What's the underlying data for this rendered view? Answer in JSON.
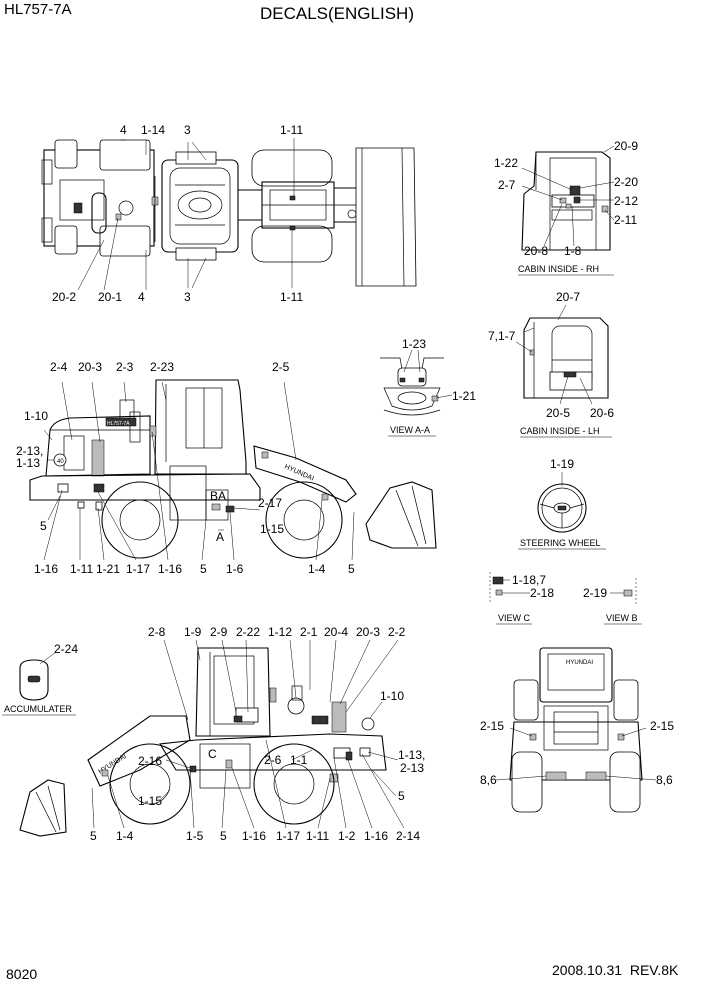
{
  "header": {
    "model": "HL757-7A",
    "title": "DECALS(ENGLISH)"
  },
  "footer": {
    "page_number": "8020",
    "revision": "2008.10.31  REV.8K"
  },
  "captions": {
    "cabin_rh": "CABIN INSIDE - RH",
    "cabin_lh": "CABIN INSIDE - LH",
    "view_aa": "VIEW  A-A",
    "steering": "STEERING WHEEL",
    "view_c": "VIEW C",
    "view_b": "VIEW B",
    "accumulater": "ACCUMULATER"
  },
  "callouts": {
    "top": [
      "4",
      "1-14",
      "3",
      "1-11",
      "20-2",
      "20-1",
      "4",
      "3",
      "1-11"
    ],
    "cabin_rh": [
      "20-9",
      "1-22",
      "2-20",
      "2-7",
      "2-12",
      "2-11",
      "20-8",
      "1-8"
    ],
    "cabin_lh": [
      "20-7",
      "7,1-7",
      "20-5",
      "20-6"
    ],
    "view_aa": [
      "1-23",
      "1-21"
    ],
    "side_left": [
      "2-4",
      "20-3",
      "2-3",
      "2-23",
      "2-5",
      "1-10",
      "2-13,",
      "1-13",
      "5",
      "2-17",
      "1-15",
      "1-16",
      "1-11",
      "1-21",
      "1-17",
      "1-16",
      "5",
      "1-6",
      "1-4",
      "5"
    ],
    "side_left_letters": [
      "B",
      "A",
      "A"
    ],
    "steering": [
      "1-19"
    ],
    "view_c": [
      "1-18,7",
      "2-18"
    ],
    "view_b": [
      "2-19"
    ],
    "accumulater": [
      "2-24"
    ],
    "side_right": [
      "2-8",
      "1-9",
      "2-9",
      "2-22",
      "1-12",
      "2-1",
      "20-4",
      "20-3",
      "2-2",
      "1-10",
      "2-16",
      "2-6",
      "1-1",
      "1-13,",
      "2-13",
      "1-15",
      "5",
      "5",
      "1-4",
      "1-5",
      "5",
      "1-16",
      "1-17",
      "1-11",
      "1-2",
      "1-16",
      "2-14"
    ],
    "side_right_letters": [
      "C"
    ],
    "rear": [
      "2-15",
      "2-15",
      "8,6",
      "8,6"
    ]
  },
  "decals": {
    "brand": "HYUNDAI",
    "model_decal": "HL757-7A",
    "speed_badge": "40"
  }
}
